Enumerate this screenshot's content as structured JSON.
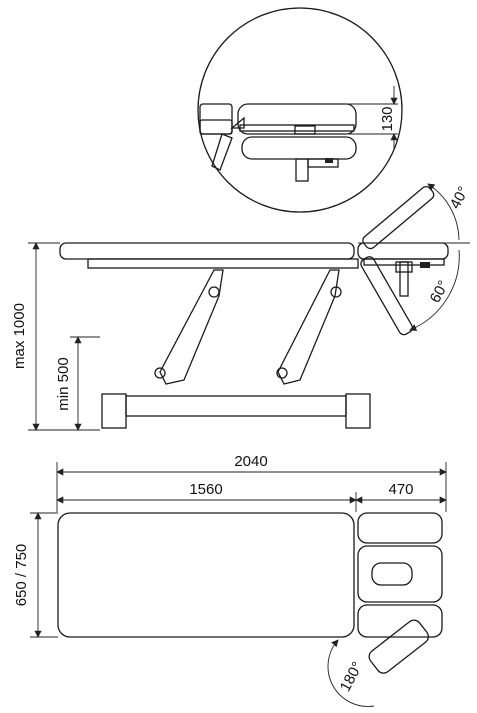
{
  "labels": {
    "detail_height": "130",
    "tilt_up": "40°",
    "tilt_down": "60°",
    "max_height": "max 1000",
    "min_height": "min 500",
    "total_length": "2040",
    "body_length": "1560",
    "head_length": "470",
    "width": "650 / 750",
    "rotation": "180°"
  },
  "colors": {
    "cushion": "#5bc6dc",
    "cushion_light": "#c9eef5",
    "frame": "#e8e8e8",
    "outline": "#1a1a1a"
  }
}
